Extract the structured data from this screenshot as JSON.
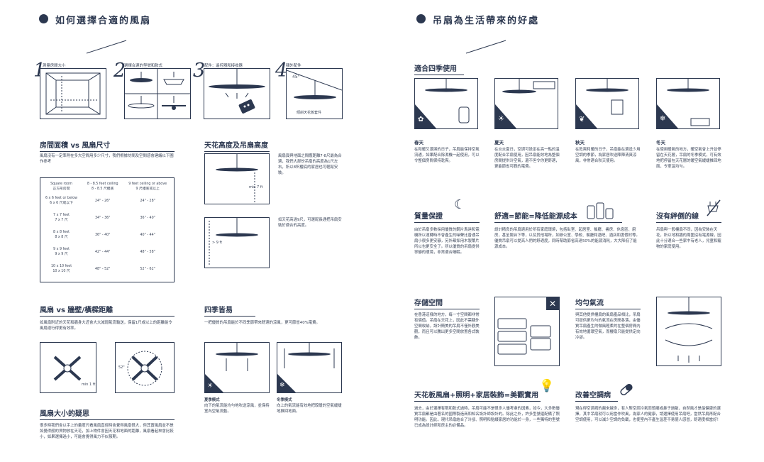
{
  "left": {
    "header": "如何選擇合適的風扇",
    "steps": [
      {
        "num": "1",
        "label": "測量房間大小"
      },
      {
        "num": "2",
        "label": "選擇合適的型號和款式"
      },
      {
        "num": "3",
        "label": "配件：遙控器和接收器"
      },
      {
        "num": "4",
        "label": "額外配件"
      }
    ],
    "step4_angle": "45°",
    "step4_caption": "傾斜天花板套件",
    "room": {
      "title": "房間面積 vs 風扇尺寸",
      "text": "風扇沒有一定準則在多大空間用多少尺寸，我們根據坊間及空間感會建議以下圖作參考",
      "headers": [
        "Square room\n正方形房間",
        "8 - 8.5 feet ceiling\n8 - 8.5 尺樓底",
        "9 feet ceiling or above\n9 尺樓底或以上"
      ],
      "rows": [
        [
          "6 x 6 feet or below\n6 x 6 尺或以下",
          "24\" - 26\"",
          "24\" - 28\""
        ],
        [
          "7 x 7 feet\n7 x 7 尺",
          "34\" - 36\"",
          "36\" - 40\""
        ],
        [
          "8 x 8 feet\n8 x 8 尺",
          "36\" - 40\"",
          "40\" - 44\""
        ],
        [
          "9 x 9 feet\n9 x 9 尺",
          "42\" - 44\"",
          "48\" - 58\""
        ],
        [
          "10 x 10 feet\n10 x 10 尺",
          "48\" - 52\"",
          "52\" - 62\""
        ]
      ]
    },
    "ceiling": {
      "title": "天花高度及吊扇高度",
      "text1": "風扇頁與地面之間應距離7-8尺最為合適，我們大部份吊扇的高度為1尺左右，所以8呎樓底的家居也可輕鬆安裝。",
      "label1": "min 7 ft",
      "text2": "如天花高過9尺，可選配長通把吊扇安裝於適合的高度。",
      "label2": "> 9 ft"
    },
    "wall": {
      "title": "風扇 vs 牆壁/橫樑距離",
      "text": "如風扇附近的天花和牆身大近會大大減弱氣流輸送，保留1尺或以上的距離能令風扇運行得更有效率。",
      "label1": "min 1 ft",
      "label2": "52\""
    },
    "seasons": {
      "title": "四季皆易",
      "text": "一把優質的吊扇能於不同季節帶來舒適的涼風，更可節省40%電費。",
      "summer_title": "夏季模式",
      "summer_text": "向下的氣流能均勻地吹送涼風，並保持室內空氣流動。",
      "winter_title": "冬季模式",
      "winter_text": "向上的氣流能有效地把較暖的空氣緩緩地推回地面。"
    },
    "myth": {
      "title": "風扇大小的疑思",
      "text": "很多時我們會以手上的量度尺看風扇直徑時會覺得風扇很大，但其實風扇並不是如覺得般的貨物放在天花，加上物件會因天花和地面的距離，風扇看起來會比較小，如果選擇過小，可能會覺得風力不似預期。"
    }
  },
  "right": {
    "header": "吊扇為生活帶來的好處",
    "four_seasons": {
      "title": "適合四季使用",
      "items": [
        {
          "name": "春天",
          "text": "在和暖又潮濕的日子，吊扇能保持空氣流通，如果配合除濕機一起使用，可以令整個房間保持乾爽。"
        },
        {
          "name": "夏天",
          "text": "在炎炎夏日，空調可設定在高一點的溫度配合吊扇使用，因吊扇能效地為整個房間提供冷空氣，還不但令你更舒適，更能節省可觀的電費。"
        },
        {
          "name": "秋天",
          "text": "在乾爽和暖的日子，吊扇能在適逢少用空調的季節，為家居吹送陣陣清爽涼風，非常適合秋天使用。"
        },
        {
          "name": "冬天",
          "text": "在使用暖氣的地方，暖空氣會上升並停留在天花層，吊扇的冬季模式，可有效地把停留在天花層的暖空氣緩緩推回地面，令室溫均勻。"
        }
      ]
    },
    "quiet": {
      "title": "質量保證",
      "text": "由於吊扇多數採用優質的鋼片馬達和電機所以運轉時不會產生的噪聲比普通吊扇小很多更安靜，另外都採用木製葉片所以也更安全了。所以優質的吊扇提供寧靜的環境，非常適合睡眠。"
    },
    "saving": {
      "title": "舒適=節能=降低能源成本",
      "text": "設計精良的吊扇適用於所有家庭環境，包括臥室、起居室、餐廳、書房、休息區、廚房，甚至陽台下等，以及其他場所，如辦公室、學校、餐廳和酒吧、酒店和度假村等。優質吊扇可以提高人們的舒適度，同時幫助節省高達50%的能源消耗，大大降低了能源成本。"
    },
    "cordless": {
      "title": "沒有絆倒的線",
      "text": "吊扇與一般樓扇不同，因為安裝在天花，所以地和牆的周圍沒有電源線，因此十分適合一些家中有老人，兒童和寵物的家庭使用。"
    },
    "storage": {
      "title": "存儲空間",
      "text": "在香港這樣的地方，每一寸空間都非常有價值。吊扇在天花上，因此不需額外空間收納，設計簡美的吊扇不僅外觀美觀，而且可以騰出更多空間放置各式裝飾。"
    },
    "airflow": {
      "title": "均勻氣流",
      "text": "與其他提供樓扇的風扇產品相比，吊扇可提供更均勻的氣流在房間各落，由優質吊扇產生的微風輕柔的在整個房間內有效地循環空氣，而樓扇只能提供定向冷卻。"
    },
    "lighting": {
      "title": "天花板風扇+照明+家居裝飾=美觀實用",
      "text": "過去，由於選擇有限和款式過時，吊扇可能不是很多人優考慮的因素，如今，大多數優質吊扇都是由著名的國際製造商和知名設計師設計的。除此之外，許多型號還配備了照明功能。因此，現代吊扇結合了冷卻、照明和點綴家居的功能於一身，一些獨特的型號已成為設計師和房主的必備品。"
    },
    "health": {
      "title": "改善空調病",
      "text": "現在得空調病的越來越多，有人對空調冷氣而頭痛或鼻子過敏，自然風才是最健康的選擇，其中吊扇就可以用當作吹風，為家人的健康，請選擇使用吊扇吧，當然吊扇再配合空調使用，可以減少空調的負載，也使室內不產生溫差不易使人感冒，舒適度相當好！"
    }
  }
}
